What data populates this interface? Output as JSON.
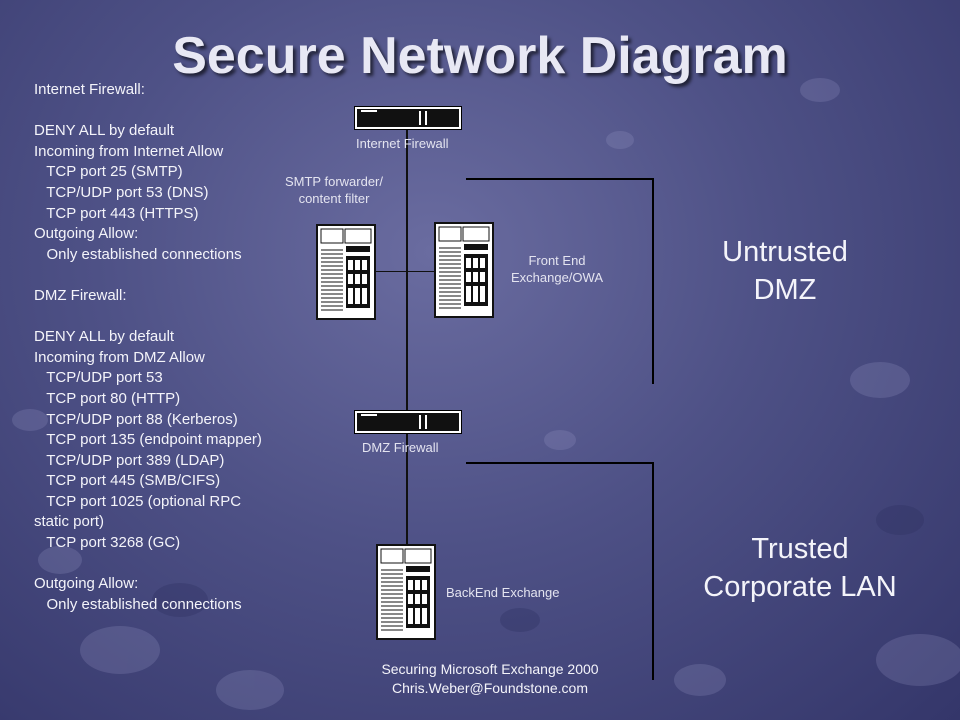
{
  "title": "Secure Network Diagram",
  "rules": {
    "lines": [
      "Internet Firewall:",
      "",
      "DENY ALL by default",
      "Incoming from Internet Allow",
      "   TCP port 25 (SMTP)",
      "   TCP/UDP port 53 (DNS)",
      "   TCP port 443 (HTTPS)",
      "Outgoing Allow:",
      "   Only established connections",
      "",
      "DMZ Firewall:",
      "",
      "DENY ALL by default",
      "Incoming from DMZ Allow",
      "   TCP/UDP port 53",
      "   TCP port 80 (HTTP)",
      "   TCP/UDP port 88 (Kerberos)",
      "   TCP port 135 (endpoint mapper)",
      "   TCP/UDP port 389 (LDAP)",
      "   TCP port 445 (SMB/CIFS)",
      "   TCP port 1025 (optional RPC",
      "static port)",
      "   TCP port 3268 (GC)",
      "",
      "Outgoing Allow:",
      "   Only established connections"
    ]
  },
  "diagram": {
    "internet_firewall_label": "Internet Firewall",
    "smtp_label_1": "SMTP forwarder/",
    "smtp_label_2": "content filter",
    "frontend_label_1": "Front End",
    "frontend_label_2": "Exchange/OWA",
    "dmz_firewall_label": "DMZ Firewall",
    "backend_label": "BackEnd Exchange"
  },
  "zones": {
    "untrusted_1": "Untrusted",
    "untrusted_2": "DMZ",
    "trusted_1": "Trusted",
    "trusted_2": "Corporate LAN"
  },
  "footer": {
    "line1": "Securing Microsoft Exchange 2000",
    "line2": "Chris.Weber@Foundstone.com"
  },
  "icons": {
    "firewall": "firewall-icon",
    "server": "server-icon"
  },
  "colors": {
    "background": "#4e5186",
    "text": "#ffffff",
    "lines": "#111111"
  }
}
